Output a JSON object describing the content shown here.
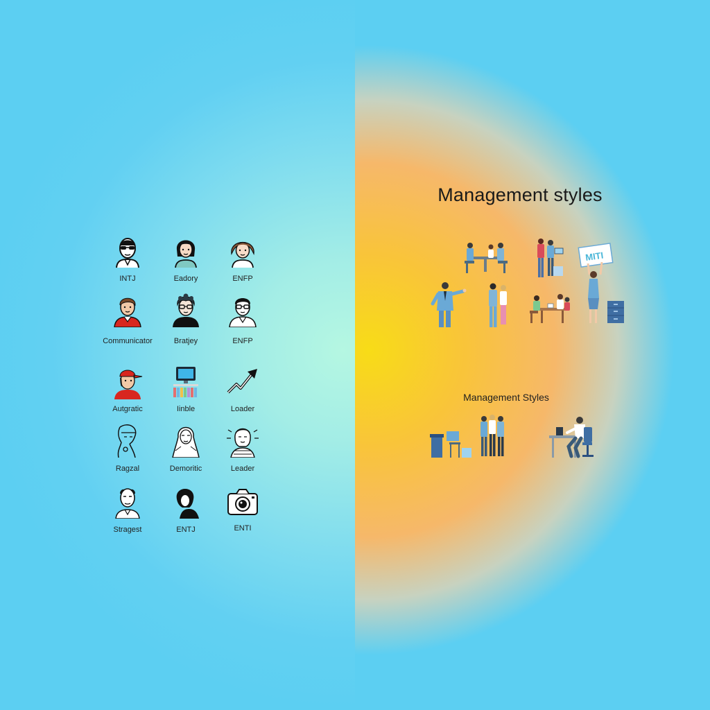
{
  "profiles": [
    {
      "label": "INTJ",
      "icon": "sunglasses-man-avatar-icon"
    },
    {
      "label": "Eadory",
      "icon": "woman-avatar-icon"
    },
    {
      "label": "ENFP",
      "icon": "woman-brown-hair-avatar-icon"
    },
    {
      "label": "Communicator",
      "icon": "man-red-shirt-avatar-icon"
    },
    {
      "label": "Bratjey",
      "icon": "man-curly-glasses-avatar-icon"
    },
    {
      "label": "ENFP",
      "icon": "man-glasses-avatar-icon"
    },
    {
      "label": "Autgratic",
      "icon": "man-red-cap-avatar-icon"
    },
    {
      "label": "Iinble",
      "icon": "computer-books-icon"
    },
    {
      "label": "Loader",
      "icon": "trend-arrow-icon"
    },
    {
      "label": "Ragzal",
      "icon": "sketched-man-avatar-icon"
    },
    {
      "label": "Demoritic",
      "icon": "sketched-woman-avatar-icon"
    },
    {
      "label": "Leader",
      "icon": "sketched-woman-scarf-avatar-icon"
    },
    {
      "label": "Stragest",
      "icon": "bald-man-avatar-icon"
    },
    {
      "label": "ENTJ",
      "icon": "woman-silhouette-avatar-icon"
    },
    {
      "label": "ENTI",
      "icon": "camera-icon"
    }
  ],
  "right": {
    "title": "Management styles",
    "subtitle": "Management Styles",
    "sign_text": "MITI",
    "scenes": [
      "meeting-table-scene",
      "people-with-laptop-scene",
      "person-holding-sign-scene",
      "presenting-man-scene",
      "two-people-standing-scene",
      "team-table-meeting-scene",
      "filing-cabinet-icon",
      "office-desk-scene",
      "group-discussion-scene",
      "worker-at-computer-scene"
    ]
  },
  "colors": {
    "background": "#5ccff2",
    "left_glow": "#b5f7e2",
    "right_glow": "#f8dc17",
    "figure_blue": "#6aa9d6"
  }
}
